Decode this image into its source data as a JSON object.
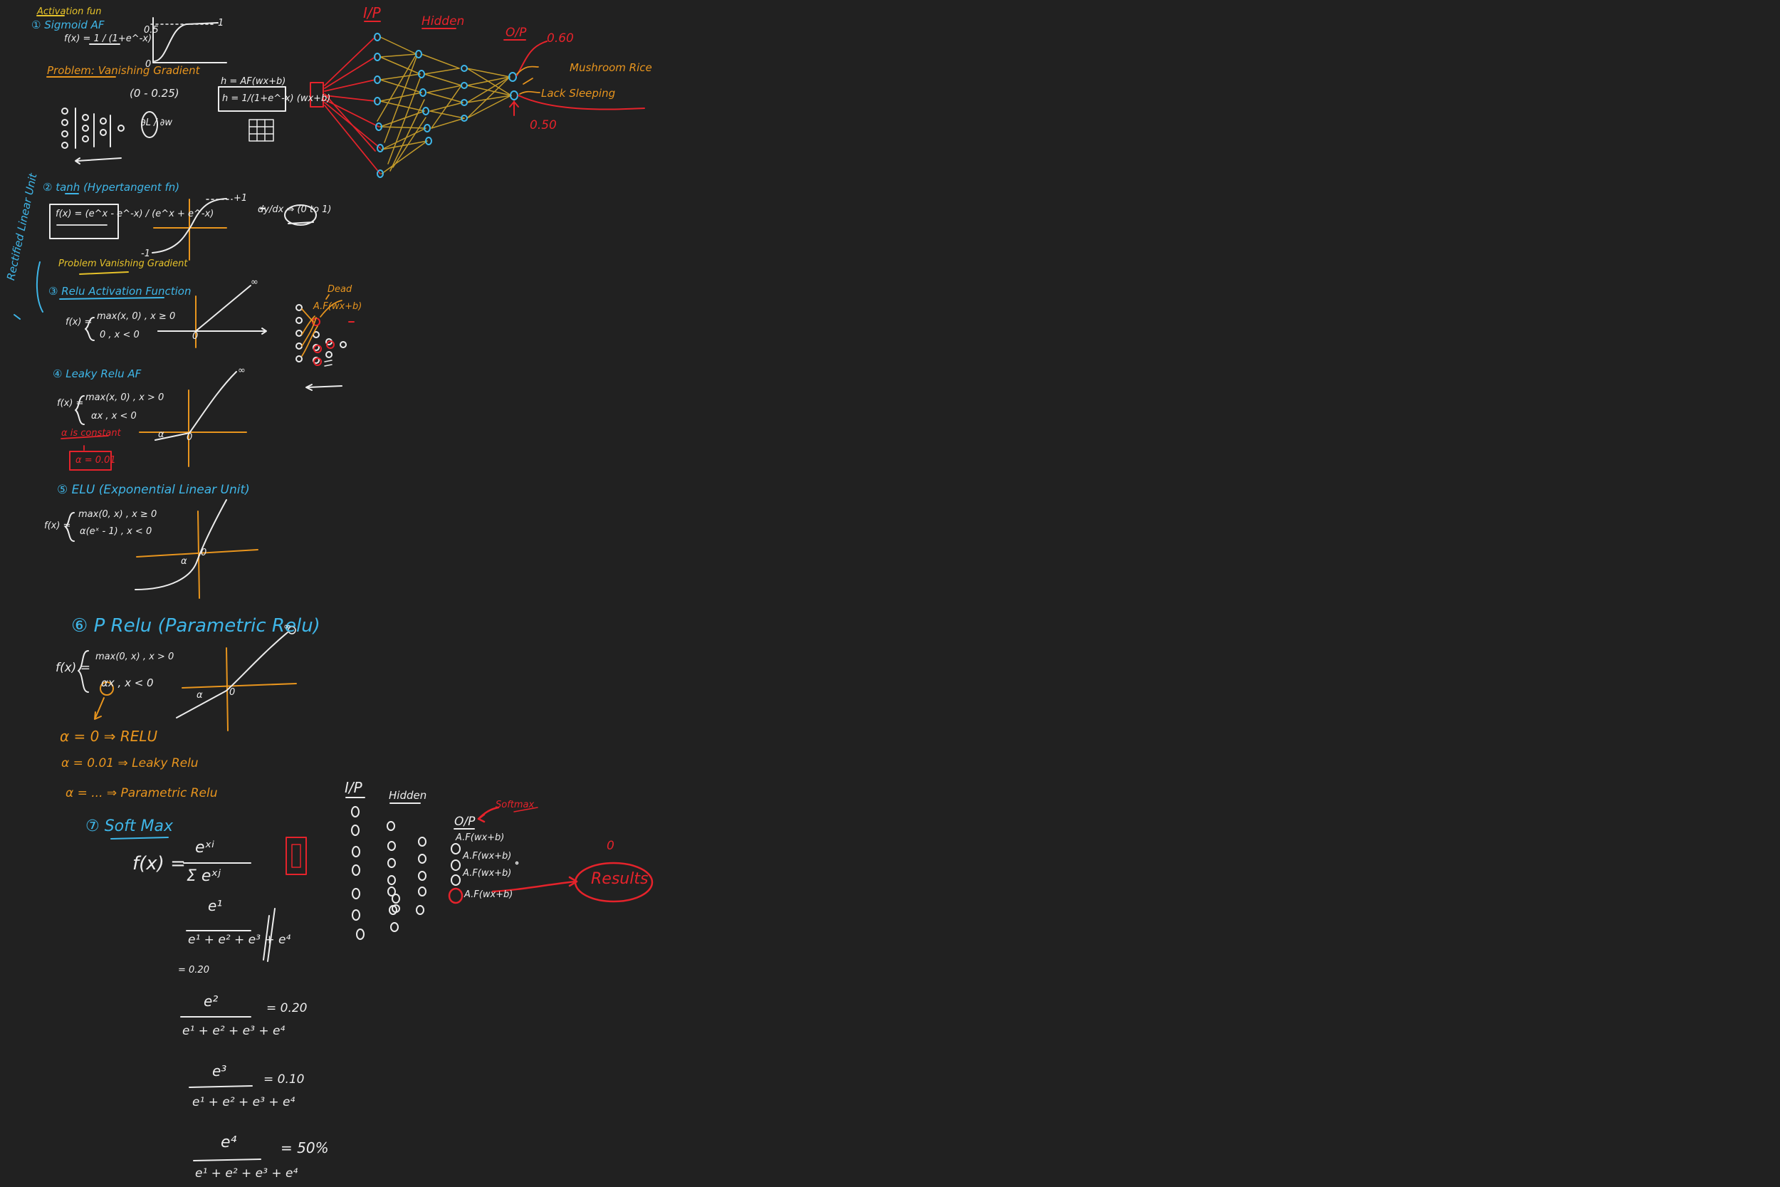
{
  "canvas": {
    "background": "#212121"
  },
  "colors": {
    "ink_white": "#ececec",
    "ink_blue": "#3fb6e8",
    "ink_orange": "#e8951e",
    "ink_red": "#e5232b",
    "ink_yellow": "#e6c22a"
  },
  "sigmoid": {
    "heading_top": "Activation fun",
    "heading": "① Sigmoid AF",
    "formula": "f(x) = 1 / (1+e^-x)",
    "curve_top": "1",
    "curve_mid": "0.5",
    "curve_low": "0",
    "problem": "Problem: Vanishing Gradient",
    "range": "(0 - 0.25)",
    "derivative": "∂L / ∂w",
    "neuron_eq": "h = AF(wx+b)",
    "neuron_eq_boxed": "h = 1/(1+e^-x) (wx+b)"
  },
  "network": {
    "input_label": "I/P",
    "hidden_label": "Hidden",
    "output_label": "O/P",
    "out_top_value": "0.60",
    "out_bottom_value": "0.50",
    "class_top": "Mushroom Rice",
    "class_bottom": "Lack Sleeping"
  },
  "tanh": {
    "heading": "② tanh (Hypertangent fn)",
    "formula": "f(x) = (e^x - e^-x) / (e^x + e^-x)",
    "top_value": "+1",
    "bottom_value": "-1",
    "derivative": "dy/dx ⇒ (0 to 1)",
    "problem": "Problem Vanishing Gradient"
  },
  "relu": {
    "side_note": "Rectified Linear Unit",
    "heading": "③ Relu Activation Function",
    "formula_top": "max(x, 0) , x ≥ 0",
    "formula_bottom": "0 , x < 0",
    "fx": "f(x) =",
    "infinity": "∞",
    "origin": "0",
    "dead_note": "Dead",
    "activation_note": "A.F(wx+b)"
  },
  "leaky": {
    "heading": "④ Leaky Relu AF",
    "fx": "f(x) =",
    "formula_top": "max(x, 0) , x > 0",
    "formula_bottom": "αx , x < 0",
    "infinity": "∞",
    "alpha": "α",
    "origin": "0",
    "note": "α is constant",
    "alpha_value": "α = 0.01"
  },
  "elu": {
    "heading": "⑤ ELU (Exponential Linear Unit)",
    "fx": "f(x) =",
    "formula_top": "max(0, x) , x ≥ 0",
    "formula_bottom": "α(eˣ - 1) , x < 0",
    "alpha": "α",
    "origin": "0"
  },
  "prelu": {
    "heading": "⑥ P Relu (Parametric Relu)",
    "fx": "f(x) =",
    "formula_top": "max(0, x) , x > 0",
    "formula_bottom": "αx , x < 0",
    "infinity": "∞",
    "alpha": "α",
    "origin": "0",
    "case1": "α = 0 ⇒ RELU",
    "case2": "α = 0.01 ⇒ Leaky Relu",
    "case3": "α = ... ⇒ Parametric Relu"
  },
  "softmax": {
    "heading": "⑦ Soft Max",
    "fx": "f(x) =",
    "numerator": "eˣⁱ",
    "denominator": "Σ eˣʲ",
    "eq1_num": "e¹",
    "eq1_den": "e¹ + e² + e³ + e⁴",
    "eq1_result": "= 0.20",
    "eq2_num": "e²",
    "eq2_den": "e¹ + e² + e³ + e⁴",
    "eq2_result": "= 0.20",
    "eq3_num": "e³",
    "eq3_den": "e¹ + e² + e³ + e⁴",
    "eq3_result": "= 0.10",
    "eq4_num": "e⁴",
    "eq4_den": "e¹ + e² + e³ + e⁴",
    "eq4_result": "= 50%",
    "input_label": "I/P",
    "hidden_label": "Hidden",
    "output_label": "O/P",
    "softmax_tag": "Softmax",
    "out1": "A.F(wx+b)",
    "out2": "A.F(wx+b)",
    "out3": "A.F(wx+b)",
    "out4": "A.F(wx+b)",
    "result_tag": "Results",
    "result_value": "0"
  }
}
